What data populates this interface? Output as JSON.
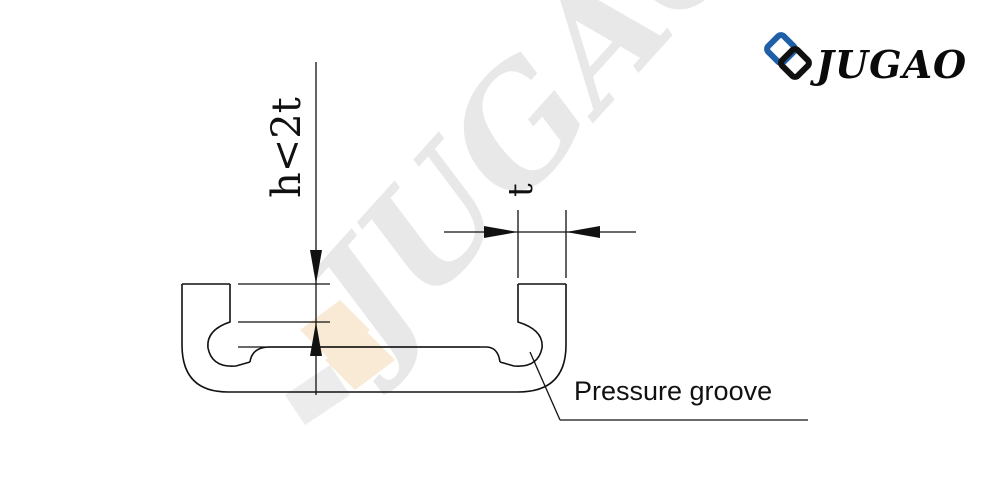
{
  "brand": {
    "logo_text": "JUGAO",
    "watermark_text": "JUGAO",
    "logo_color": "#0a0a0a",
    "logo_accent": "#1f5fa8",
    "watermark_color": "#e6e6e6",
    "watermark_accent": "#f6e2c4"
  },
  "diagram": {
    "height_label": "h<2t",
    "thickness_label": "t",
    "callout_label": "Pressure groove",
    "line_color": "#111111"
  }
}
